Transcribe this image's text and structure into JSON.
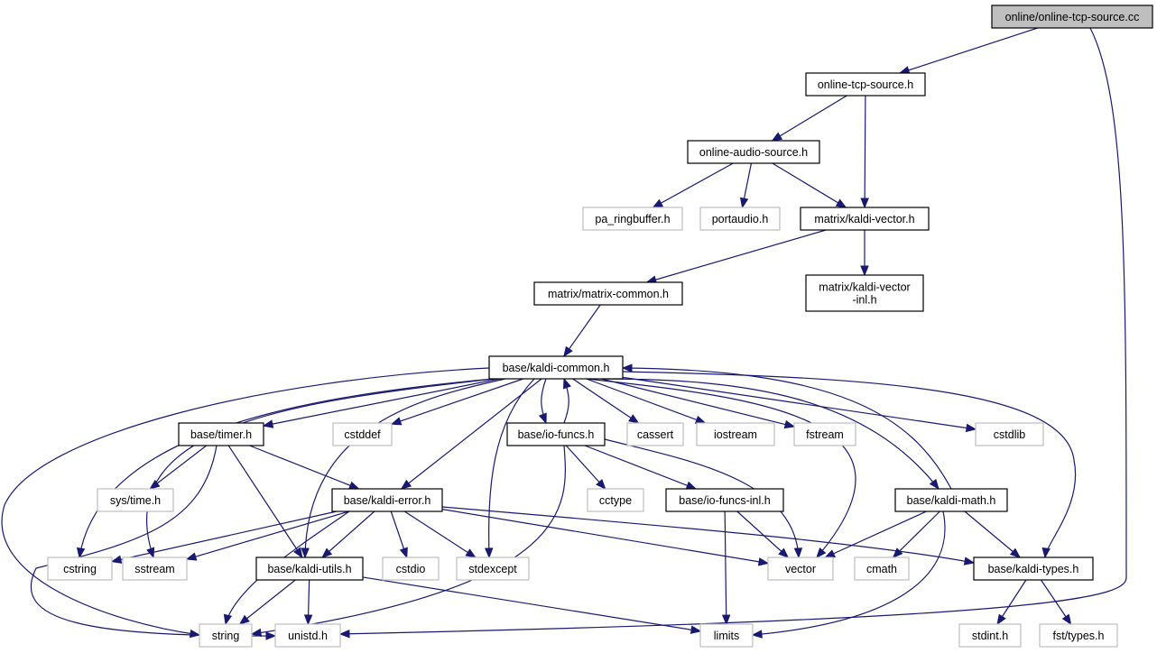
{
  "graph": {
    "title": "",
    "nodes": [
      {
        "id": "root",
        "label": "online/online-tcp-source.cc",
        "style": "root"
      },
      {
        "id": "tcp",
        "label": "online-tcp-source.h",
        "style": "internal"
      },
      {
        "id": "audio",
        "label": "online-audio-source.h",
        "style": "internal"
      },
      {
        "id": "pa_ring",
        "label": "pa_ringbuffer.h",
        "style": "external"
      },
      {
        "id": "portaudio",
        "label": "portaudio.h",
        "style": "external"
      },
      {
        "id": "kvec",
        "label": "matrix/kaldi-vector.h",
        "style": "internal"
      },
      {
        "id": "mcommon",
        "label": "matrix/matrix-common.h",
        "style": "internal"
      },
      {
        "id": "kvecinl",
        "label": "matrix/kaldi-vector\n-inl.h",
        "style": "internal"
      },
      {
        "id": "kcommon",
        "label": "base/kaldi-common.h",
        "style": "internal"
      },
      {
        "id": "timer",
        "label": "base/timer.h",
        "style": "internal"
      },
      {
        "id": "cstddef",
        "label": "cstddef",
        "style": "external"
      },
      {
        "id": "iofuncs",
        "label": "base/io-funcs.h",
        "style": "internal"
      },
      {
        "id": "cassert",
        "label": "cassert",
        "style": "external"
      },
      {
        "id": "iostream",
        "label": "iostream",
        "style": "external"
      },
      {
        "id": "fstream",
        "label": "fstream",
        "style": "external"
      },
      {
        "id": "cstdlib",
        "label": "cstdlib",
        "style": "external"
      },
      {
        "id": "systime",
        "label": "sys/time.h",
        "style": "external"
      },
      {
        "id": "kerror",
        "label": "base/kaldi-error.h",
        "style": "internal"
      },
      {
        "id": "cctype",
        "label": "cctype",
        "style": "external"
      },
      {
        "id": "iofuncsinl",
        "label": "base/io-funcs-inl.h",
        "style": "internal"
      },
      {
        "id": "kmath",
        "label": "base/kaldi-math.h",
        "style": "internal"
      },
      {
        "id": "cstring",
        "label": "cstring",
        "style": "external"
      },
      {
        "id": "sstream",
        "label": "sstream",
        "style": "external"
      },
      {
        "id": "kutils",
        "label": "base/kaldi-utils.h",
        "style": "internal"
      },
      {
        "id": "cstdio",
        "label": "cstdio",
        "style": "external"
      },
      {
        "id": "stdexcept",
        "label": "stdexcept",
        "style": "external"
      },
      {
        "id": "vector",
        "label": "vector",
        "style": "external"
      },
      {
        "id": "cmath",
        "label": "cmath",
        "style": "external"
      },
      {
        "id": "ktypes",
        "label": "base/kaldi-types.h",
        "style": "internal"
      },
      {
        "id": "string",
        "label": "string",
        "style": "external"
      },
      {
        "id": "unistd",
        "label": "unistd.h",
        "style": "external"
      },
      {
        "id": "limits",
        "label": "limits",
        "style": "external"
      },
      {
        "id": "stdint",
        "label": "stdint.h",
        "style": "external"
      },
      {
        "id": "fsttypes",
        "label": "fst/types.h",
        "style": "external"
      }
    ],
    "edges": [
      [
        "root",
        "tcp"
      ],
      [
        "root",
        "unistd"
      ],
      [
        "tcp",
        "audio"
      ],
      [
        "tcp",
        "kvec"
      ],
      [
        "audio",
        "pa_ring"
      ],
      [
        "audio",
        "portaudio"
      ],
      [
        "audio",
        "kvec"
      ],
      [
        "kvec",
        "mcommon"
      ],
      [
        "kvec",
        "kvecinl"
      ],
      [
        "mcommon",
        "kcommon"
      ],
      [
        "kcommon",
        "timer"
      ],
      [
        "kcommon",
        "cstddef"
      ],
      [
        "kcommon",
        "iofuncs"
      ],
      [
        "kcommon",
        "cassert"
      ],
      [
        "kcommon",
        "iostream"
      ],
      [
        "kcommon",
        "fstream"
      ],
      [
        "kcommon",
        "cstdlib"
      ],
      [
        "kcommon",
        "kerror"
      ],
      [
        "kcommon",
        "kmath"
      ],
      [
        "kcommon",
        "cstring"
      ],
      [
        "kcommon",
        "sstream"
      ],
      [
        "kcommon",
        "kutils"
      ],
      [
        "kcommon",
        "stdexcept"
      ],
      [
        "kcommon",
        "vector"
      ],
      [
        "kcommon",
        "ktypes"
      ],
      [
        "kcommon",
        "string"
      ],
      [
        "iofuncs",
        "kcommon"
      ],
      [
        "iofuncs",
        "cctype"
      ],
      [
        "iofuncs",
        "iofuncsinl"
      ],
      [
        "iofuncs",
        "vector"
      ],
      [
        "iofuncs",
        "string"
      ],
      [
        "kmath",
        "kcommon"
      ],
      [
        "kmath",
        "vector"
      ],
      [
        "kmath",
        "cmath"
      ],
      [
        "kmath",
        "ktypes"
      ],
      [
        "kmath",
        "limits"
      ],
      [
        "timer",
        "systime"
      ],
      [
        "timer",
        "kerror"
      ],
      [
        "timer",
        "kutils"
      ],
      [
        "timer",
        "unistd"
      ],
      [
        "kerror",
        "cstring"
      ],
      [
        "kerror",
        "sstream"
      ],
      [
        "kerror",
        "kutils"
      ],
      [
        "kerror",
        "cstdio"
      ],
      [
        "kerror",
        "stdexcept"
      ],
      [
        "kerror",
        "vector"
      ],
      [
        "kerror",
        "ktypes"
      ],
      [
        "kerror",
        "string"
      ],
      [
        "iofuncsinl",
        "vector"
      ],
      [
        "iofuncsinl",
        "limits"
      ],
      [
        "kutils",
        "string"
      ],
      [
        "kutils",
        "unistd"
      ],
      [
        "kutils",
        "limits"
      ],
      [
        "ktypes",
        "stdint"
      ],
      [
        "ktypes",
        "fsttypes"
      ]
    ]
  }
}
